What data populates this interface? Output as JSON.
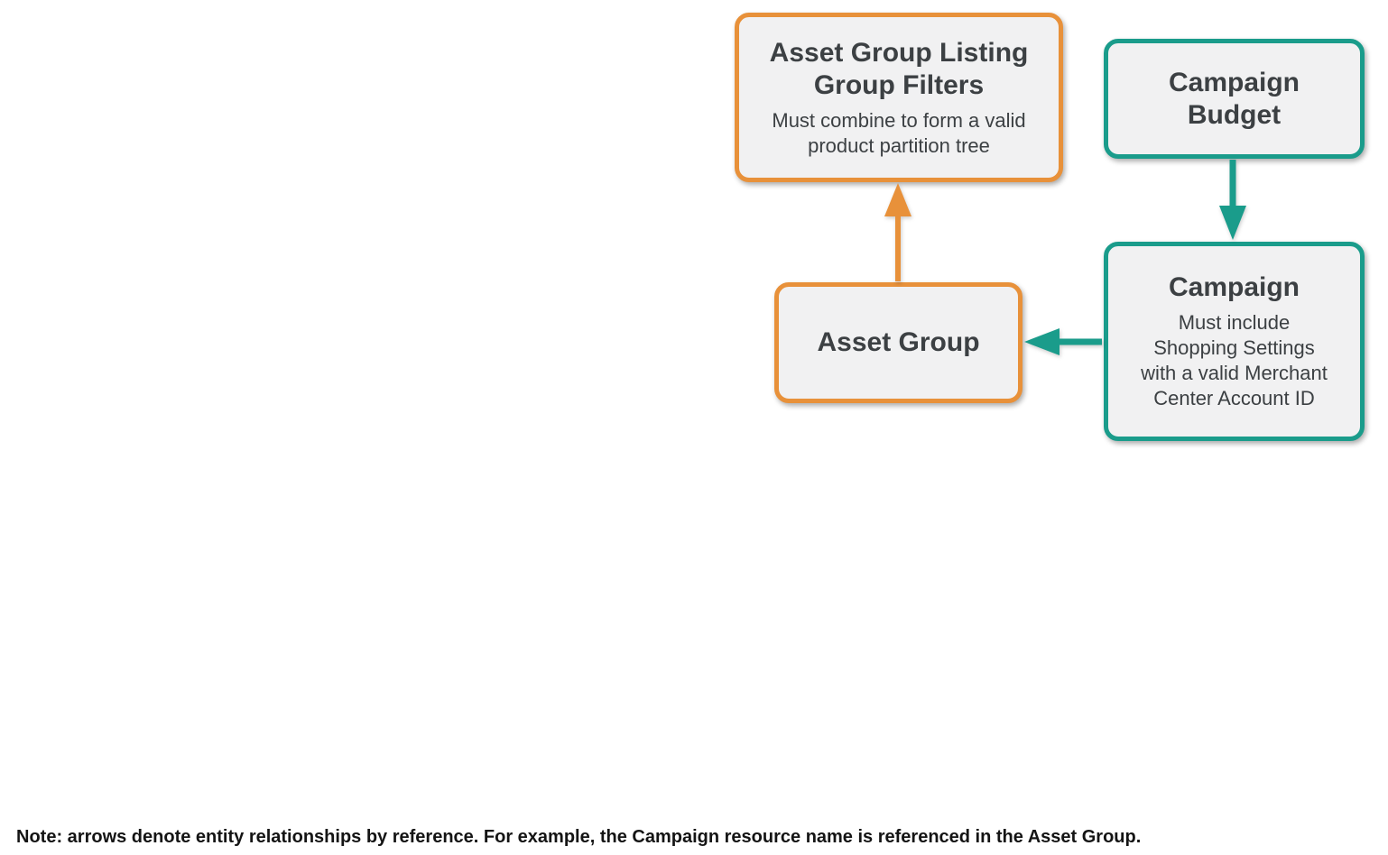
{
  "diagram": {
    "boxes": {
      "listing_filters": {
        "title": "Asset Group Listing\nGroup Filters",
        "subtitle": "Must combine to form a valid\nproduct partition tree",
        "accent_color": "#E8913A"
      },
      "campaign_budget": {
        "title": "Campaign\nBudget",
        "accent_color": "#1A9C8B"
      },
      "asset_group": {
        "title": "Asset Group",
        "accent_color": "#E8913A"
      },
      "campaign": {
        "title": "Campaign",
        "subtitle": "Must include\nShopping Settings\nwith a valid Merchant\nCenter Account ID",
        "accent_color": "#1A9C8B"
      }
    },
    "arrows": [
      {
        "name": "asset-group-to-listing-filters",
        "from": "Asset Group",
        "to": "Asset Group Listing Group Filters",
        "direction": "up",
        "color": "#E8913A"
      },
      {
        "name": "campaign-budget-to-campaign",
        "from": "Campaign Budget",
        "to": "Campaign",
        "direction": "down",
        "color": "#1A9C8B"
      },
      {
        "name": "campaign-to-asset-group",
        "from": "Campaign",
        "to": "Asset Group",
        "direction": "left",
        "color": "#1A9C8B"
      }
    ],
    "colors": {
      "orange": "#E8913A",
      "teal": "#1A9C8B",
      "box_fill": "#F1F1F2",
      "text": "#3C4043"
    }
  },
  "note": {
    "text": "Note: arrows denote entity relationships by reference. For example, the Campaign resource name is referenced in the Asset Group."
  }
}
